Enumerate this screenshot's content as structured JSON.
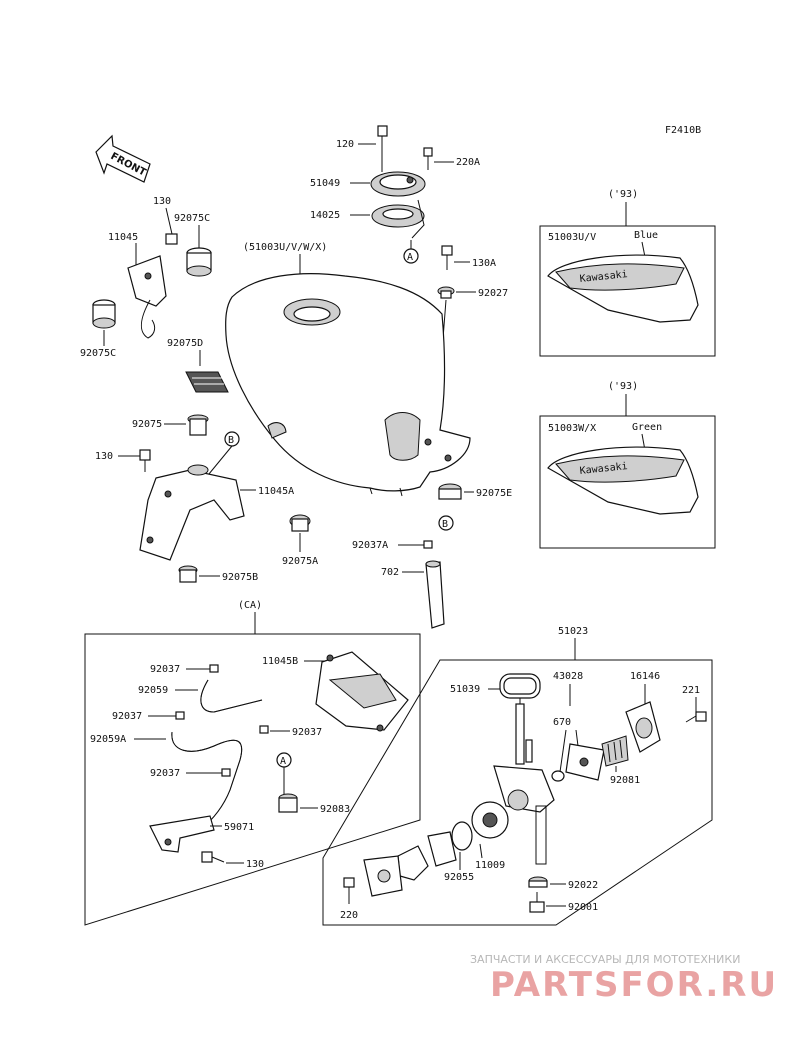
{
  "diagram_code": "F2410B",
  "front_label": "FRONT",
  "callouts": {
    "c120": "120",
    "c220a": "220A",
    "c51049": "51049",
    "c14025": "14025",
    "tank_label": "(51003U/V/W/X)",
    "c130a": "130A",
    "c92027": "92027",
    "c130_top": "130",
    "c92075c_top": "92075C",
    "c11045": "11045",
    "c92075c_bot": "92075C",
    "c92075d": "92075D",
    "c92075": "92075",
    "c130_mid": "130",
    "c11045a": "11045A",
    "c92075e": "92075E",
    "c92075a": "92075A",
    "c92075b": "92075B",
    "c92037a": "92037A",
    "c702": "702",
    "ref_a": "A",
    "ref_b": "B"
  },
  "variants": {
    "year_label": "('93)",
    "blue_code": "51003U/V",
    "blue_color": "Blue",
    "green_code": "51003W/X",
    "green_color": "Green",
    "badge_text": "Kawasaki"
  },
  "ca_box": {
    "title": "(CA)",
    "c92037_1": "92037",
    "c92059": "92059",
    "c92037_2": "92037",
    "c92059a": "92059A",
    "c92037_3": "92037",
    "c92037_4": "92037",
    "c11045b": "11045B",
    "c92083": "92083",
    "c59071": "59071",
    "c130": "130"
  },
  "cock_box": {
    "title": "51023",
    "c51039": "51039",
    "c43028": "43028",
    "c670": "670",
    "c16146": "16146",
    "c221": "221",
    "c92081": "92081",
    "c11009": "11009",
    "c92055": "92055",
    "c92022": "92022",
    "c92001": "92001",
    "c220": "220"
  },
  "watermark": {
    "line1": "ЗАПЧАСТИ И АКСЕССУАРЫ ДЛЯ МОТОТЕХНИКИ",
    "line2": "PARTSFOR.RU"
  }
}
